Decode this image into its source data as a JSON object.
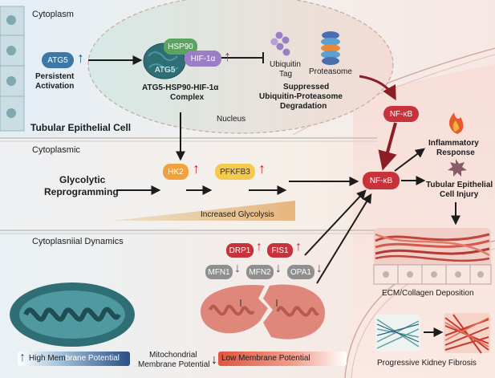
{
  "regions": {
    "cytoplasm": "Cytoplasm",
    "nucleus": "Nucleus",
    "tubular_cell": "Tubular Epithelial Cell",
    "cytoplasmic": "Cytoplasmic",
    "dynamics": "Cytoplasniial Dynamics"
  },
  "atg5": {
    "label": "ATG5",
    "caption_line1": "Persistent",
    "caption_line2": "Activation"
  },
  "complex": {
    "hsp90": "HSP90",
    "hif": "HIF-1α",
    "atg5": "ATG5",
    "caption_line1": "ATG5-HSP90-HIF-1α",
    "caption_line2": "Complex"
  },
  "ubiquitin": {
    "tag_line1": "Ubiquitin",
    "tag_line2": "Tag",
    "proteasome": "Proteasome",
    "suppressed_line1": "Suppressed",
    "suppressed_line2": "Ubiquitin-Proteasome",
    "suppressed_line3": "Degradation"
  },
  "glycolysis": {
    "label_line1": "Glycolytic",
    "label_line2": "Reprogramming",
    "hk2": "HK2",
    "pfkfb3": "PFKFB3",
    "increased": "Increased Glycolysis"
  },
  "nfkb": {
    "top": "NF-κB",
    "center": "NF-κB"
  },
  "outcomes": {
    "inflammatory_line1": "Inflammatory",
    "inflammatory_line2": "Response",
    "injury_line1": "Tubular Epithelial",
    "injury_line2": "Cell Injury",
    "ecm": "ECM/Collagen Deposition",
    "fibrosis": "Progressive Kidney Fibrosis"
  },
  "mito": {
    "drp1": "DRP1",
    "fis1": "FIS1",
    "mfn1": "MFN1",
    "mfn2": "MFN2",
    "opa1": "OPA1",
    "high_pre": "High Mem",
    "high_post": "brane Potential",
    "membrane_line1": "Mitochondrial",
    "membrane_line2": "Membrane Potential",
    "low": "Low Membrane Potential"
  },
  "symbols": {
    "up": "↑",
    "down": "↓"
  },
  "colors": {
    "atg5_blue": "#3b78a8",
    "hsp90_green": "#5aa45f",
    "hif_purple": "#9b7fc4",
    "hk2_orange": "#f2a23d",
    "pfkfb3_yellow": "#f4c94e",
    "nfkb_red": "#c8323a",
    "mito_teal": "#2f6e74",
    "mito_damaged": "#e0877c",
    "up_red": "#c0272d"
  },
  "icons": [
    "flame-icon",
    "injury-burst-icon",
    "ubiquitin-chain-icon",
    "proteasome-icon"
  ]
}
